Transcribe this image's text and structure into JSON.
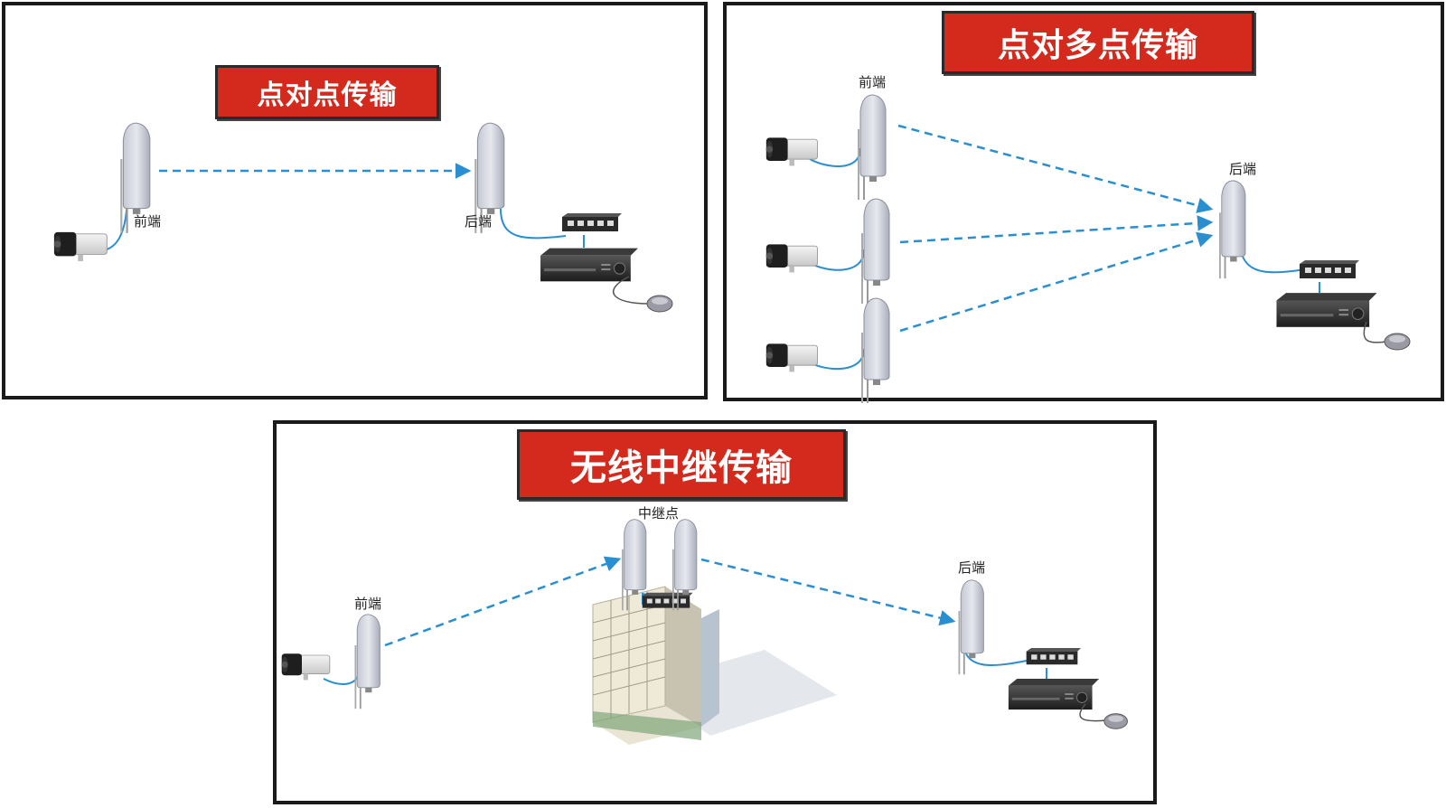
{
  "panels": {
    "p2p": {
      "title": "点对点传输",
      "front_label": "前端",
      "back_label": "后端"
    },
    "p2mp": {
      "title": "点对多点传输",
      "front_label": "前端",
      "back_label": "后端"
    },
    "relay": {
      "title": "无线中继传输",
      "front_label": "前端",
      "relay_label": "中继点",
      "back_label": "后端"
    }
  },
  "colors": {
    "title_bg": "#d42a1e",
    "link": "#2a8fd0",
    "border": "#1a1a1a"
  },
  "icons": [
    "antenna-cpe-icon",
    "bullet-camera-icon",
    "network-switch-icon",
    "nvr-recorder-icon",
    "mouse-icon",
    "building-icon"
  ]
}
